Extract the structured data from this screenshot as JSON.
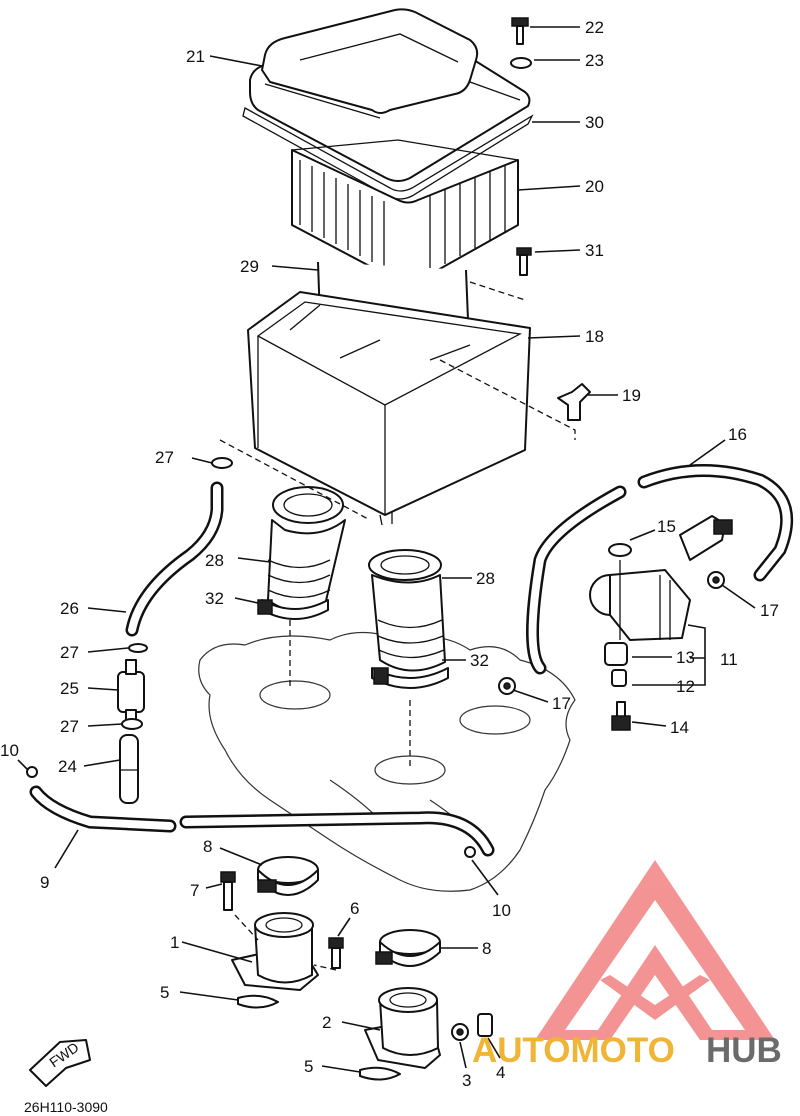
{
  "diagram": {
    "code": "26H110-3090",
    "fwd_label": "FWD",
    "callouts": {
      "c1": "1",
      "c2": "2",
      "c3": "3",
      "c4": "4",
      "c5a": "5",
      "c5b": "5",
      "c6": "6",
      "c7": "7",
      "c8a": "8",
      "c8b": "8",
      "c9": "9",
      "c10a": "10",
      "c10b": "10",
      "c11": "11",
      "c12": "12",
      "c13": "13",
      "c14": "14",
      "c15": "15",
      "c16": "16",
      "c17a": "17",
      "c17b": "17",
      "c18": "18",
      "c19": "19",
      "c20": "20",
      "c21": "21",
      "c22": "22",
      "c23": "23",
      "c24": "24",
      "c25": "25",
      "c26": "26",
      "c27a": "27",
      "c27b": "27",
      "c27c": "27",
      "c28a": "28",
      "c28b": "28",
      "c29": "29",
      "c30": "30",
      "c31": "31",
      "c32a": "32",
      "c32b": "32"
    }
  },
  "watermark": {
    "word_a": "AUTOMOTO",
    "word_b": "HUB",
    "color_a": "#f0b436",
    "color_b": "#6b6b6b",
    "logo_color": "#f07070"
  }
}
